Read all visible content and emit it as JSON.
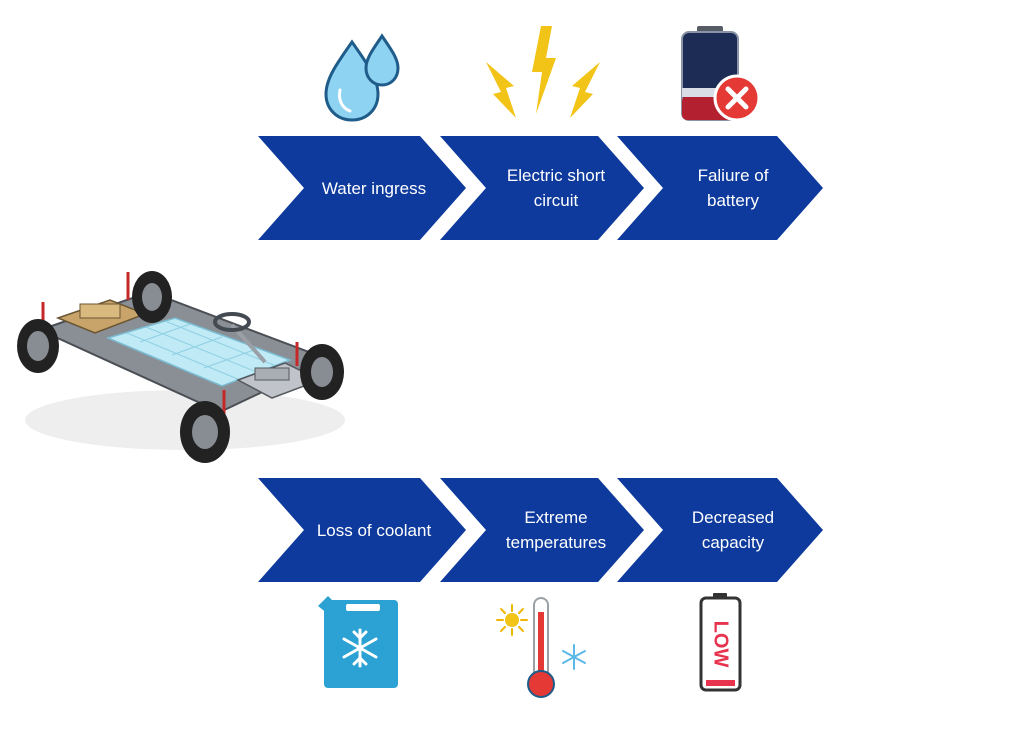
{
  "colors": {
    "chevron_fill": "#0d3a9c",
    "label_text": "#ffffff",
    "water_drop": "#7ec9ec",
    "bolt": "#f2c417",
    "error_red": "#e53935",
    "coolant_blue": "#2ba2d3",
    "low_red": "#e8334f"
  },
  "top_row": {
    "steps": [
      {
        "line1": "Water ingress",
        "line2": "",
        "icon": "water-drops-icon"
      },
      {
        "line1": "Electric short",
        "line2": "circuit",
        "icon": "lightning-bolts-icon"
      },
      {
        "line1": "Faliure of",
        "line2": "battery",
        "icon": "battery-failure-icon"
      }
    ]
  },
  "bottom_row": {
    "steps": [
      {
        "line1": "Loss of coolant",
        "line2": "",
        "icon": "coolant-canister-icon"
      },
      {
        "line1": "Extreme",
        "line2": "temperatures",
        "icon": "thermometer-icon"
      },
      {
        "line1": "Decreased",
        "line2": "capacity",
        "icon": "low-battery-icon"
      }
    ]
  },
  "low_battery_text": "LOW",
  "center_image": "ev-chassis-battery-illustration"
}
